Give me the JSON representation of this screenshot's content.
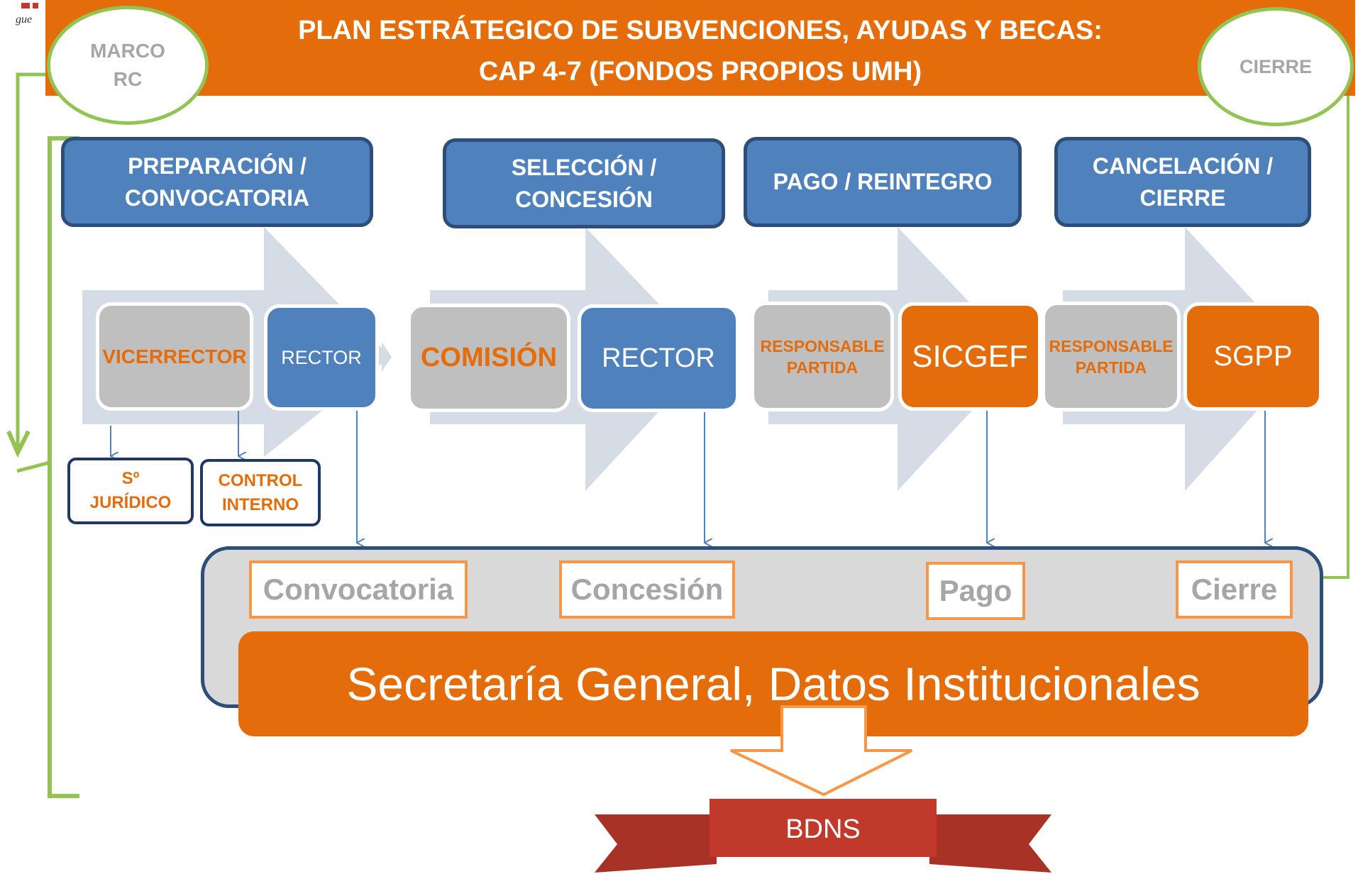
{
  "title": {
    "line1": "PLAN ESTRÁTEGICO DE SUBVENCIONES, AYUDAS Y BECAS:",
    "line2": "CAP 4-7 (FONDOS PROPIOS UMH)"
  },
  "ovals": {
    "left_line1": "MARCO",
    "left_line2": "RC",
    "right": "CIERRE"
  },
  "phases": [
    {
      "line1": "PREPARACIÓN /",
      "line2": "CONVOCATORIA"
    },
    {
      "line1": "SELECCIÓN /",
      "line2": "CONCESIÓN"
    },
    {
      "line1": "PAGO / REINTEGRO",
      "line2": ""
    },
    {
      "line1": "CANCELACIÓN /",
      "line2": "CIERRE"
    }
  ],
  "roles": {
    "vicerrector": "VICERRECTOR",
    "rector1": "RECTOR",
    "comision": "COMISIÓN",
    "rector2": "RECTOR",
    "responsable1_line1": "RESPONSABLE",
    "responsable1_line2": "PARTIDA",
    "sicgef": "SICGEF",
    "responsable2_line1": "RESPONSABLE",
    "responsable2_line2": "PARTIDA",
    "sgpp": "SGPP"
  },
  "subroles": {
    "juridico_line1": "Sº",
    "juridico_line2": "JURÍDICO",
    "control_line1": "CONTROL",
    "control_line2": "INTERNO"
  },
  "documents": [
    "Convocatoria",
    "Concesión",
    "Pago",
    "Cierre"
  ],
  "secretaria": "Secretaría General, Datos Institucionales",
  "bdns": "BDNS",
  "colors": {
    "orange": "#E46C0A",
    "blue": "#4F81BD",
    "dark_blue_border": "#2C4E78",
    "gray": "#BFBFBF",
    "green": "#92C353",
    "ribbon_red": "#C0392B",
    "chevron": "#D6DCE5"
  }
}
